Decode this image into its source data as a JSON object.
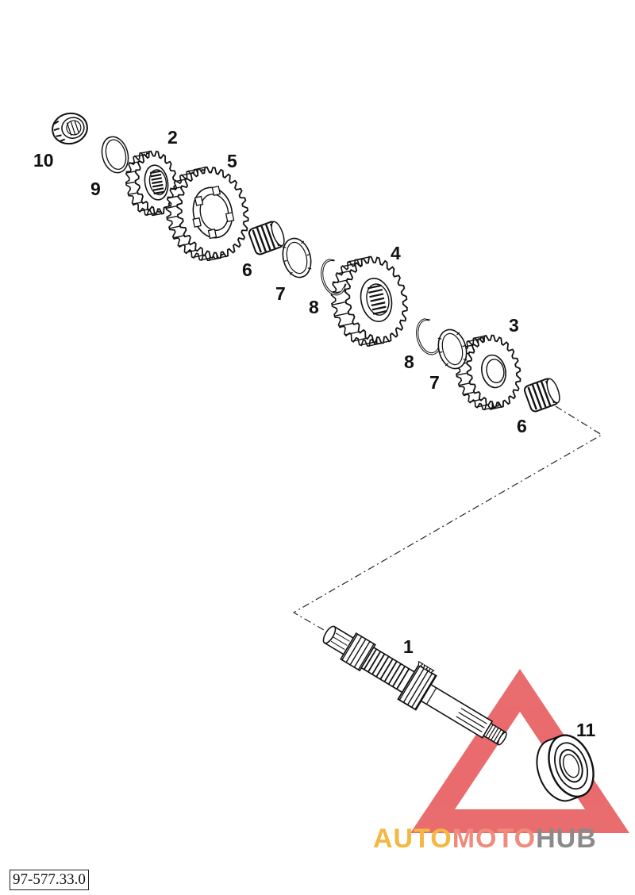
{
  "document_code": "97-577.33.0",
  "callouts": [
    {
      "id": "c10",
      "label": "10"
    },
    {
      "id": "c9",
      "label": "9"
    },
    {
      "id": "c2",
      "label": "2"
    },
    {
      "id": "c5",
      "label": "5"
    },
    {
      "id": "c6a",
      "label": "6"
    },
    {
      "id": "c7a",
      "label": "7"
    },
    {
      "id": "c8a",
      "label": "8"
    },
    {
      "id": "c4",
      "label": "4"
    },
    {
      "id": "c8b",
      "label": "8"
    },
    {
      "id": "c7b",
      "label": "7"
    },
    {
      "id": "c3",
      "label": "3"
    },
    {
      "id": "c6b",
      "label": "6"
    },
    {
      "id": "c1",
      "label": "1"
    },
    {
      "id": "c11",
      "label": "11"
    }
  ],
  "watermark": {
    "part1": "AUTO",
    "part2": "MOTO",
    "part3": "HUB",
    "colors": {
      "auto": "#f5b642",
      "moto": "#f08a7c",
      "hub": "#8a8a8a",
      "triangle": "#e4474a"
    }
  }
}
